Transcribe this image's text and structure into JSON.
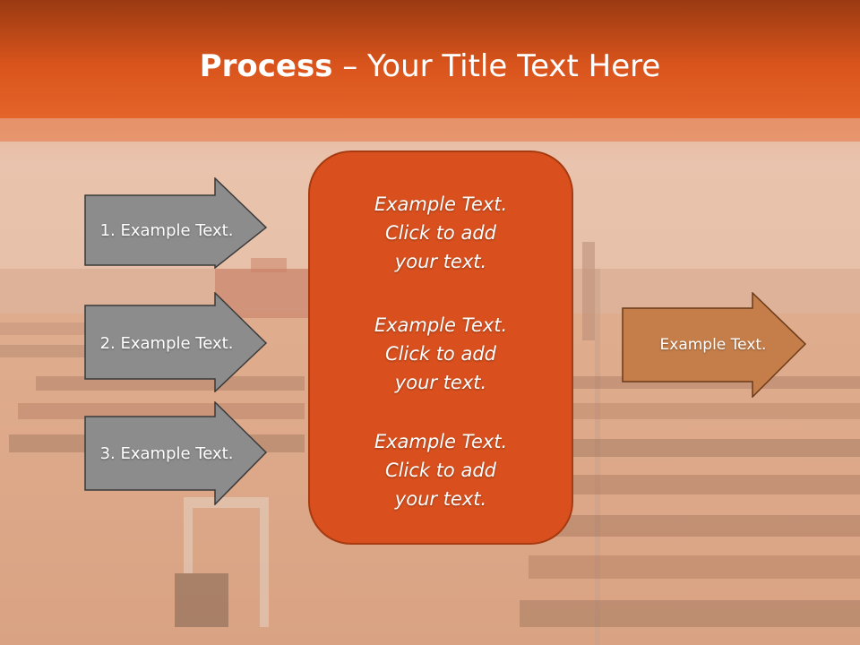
{
  "title": {
    "bold": "Process",
    "rest": " – Your Title Text Here"
  },
  "left_arrows": [
    {
      "label": "1. Example Text."
    },
    {
      "label": "2. Example Text."
    },
    {
      "label": "3. Example Text."
    }
  ],
  "center_box": {
    "blocks": [
      {
        "line1": "Example Text.",
        "line2": "Click  to add",
        "line3": "your text."
      },
      {
        "line1": "Example Text.",
        "line2": "Click  to add",
        "line3": "your text."
      },
      {
        "line1": "Example Text.",
        "line2": "Click  to add",
        "line3": "your text."
      }
    ]
  },
  "right_arrow": {
    "label": "Example Text."
  },
  "colors": {
    "header": "#d9501e",
    "center_box": "#d9501e",
    "left_arrows": "#8c8c8c",
    "right_arrow": "#c57e4a"
  }
}
